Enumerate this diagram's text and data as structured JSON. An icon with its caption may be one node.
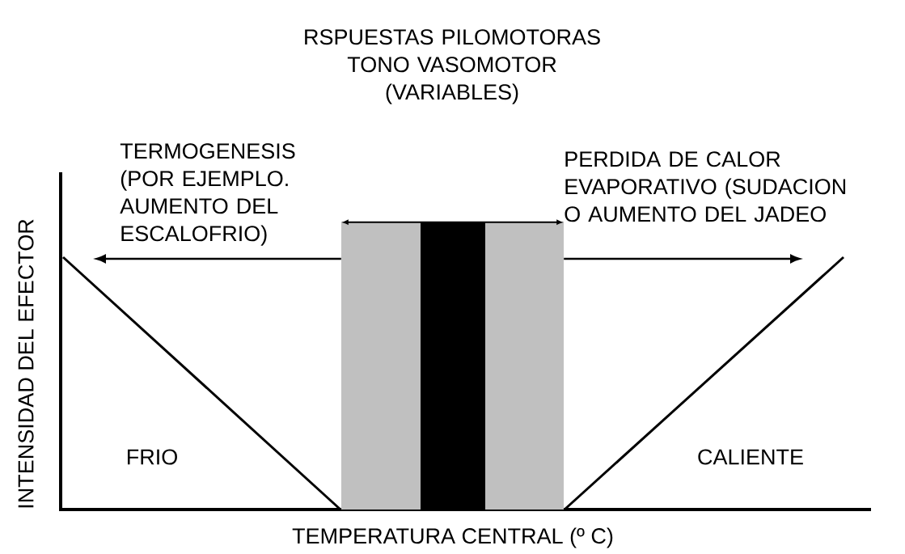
{
  "diagram": {
    "title": "RSPUESTAS PILOMOTORAS TONO VASOMOTOR (VARIABLES)",
    "nodes": [
      {
        "text": [],
        "shape": "bar"
      },
      {
        "text": [],
        "shape": "bar"
      },
      {
        "text": [],
        "shape": "bar"
      }
    ],
    "edges": [
      {
        "from": 0,
        "to": null,
        "arrow": "to"
      },
      {
        "from": 2,
        "to": null,
        "arrow": "to"
      }
    ],
    "labels": [
      "TERMOGENESIS (POR EJEMPLO. AUMENTO DEL ESCALOFRIO)",
      "PERDIDA DE CALOR EVAPORATIVO (SUDACION O AUMENTO DEL JADEO",
      "INTENSIDAD DEL EFECTOR",
      "FRIO",
      "CALIENTE",
      "TEMPERATURA CENTRAL (º C)"
    ]
  }
}
